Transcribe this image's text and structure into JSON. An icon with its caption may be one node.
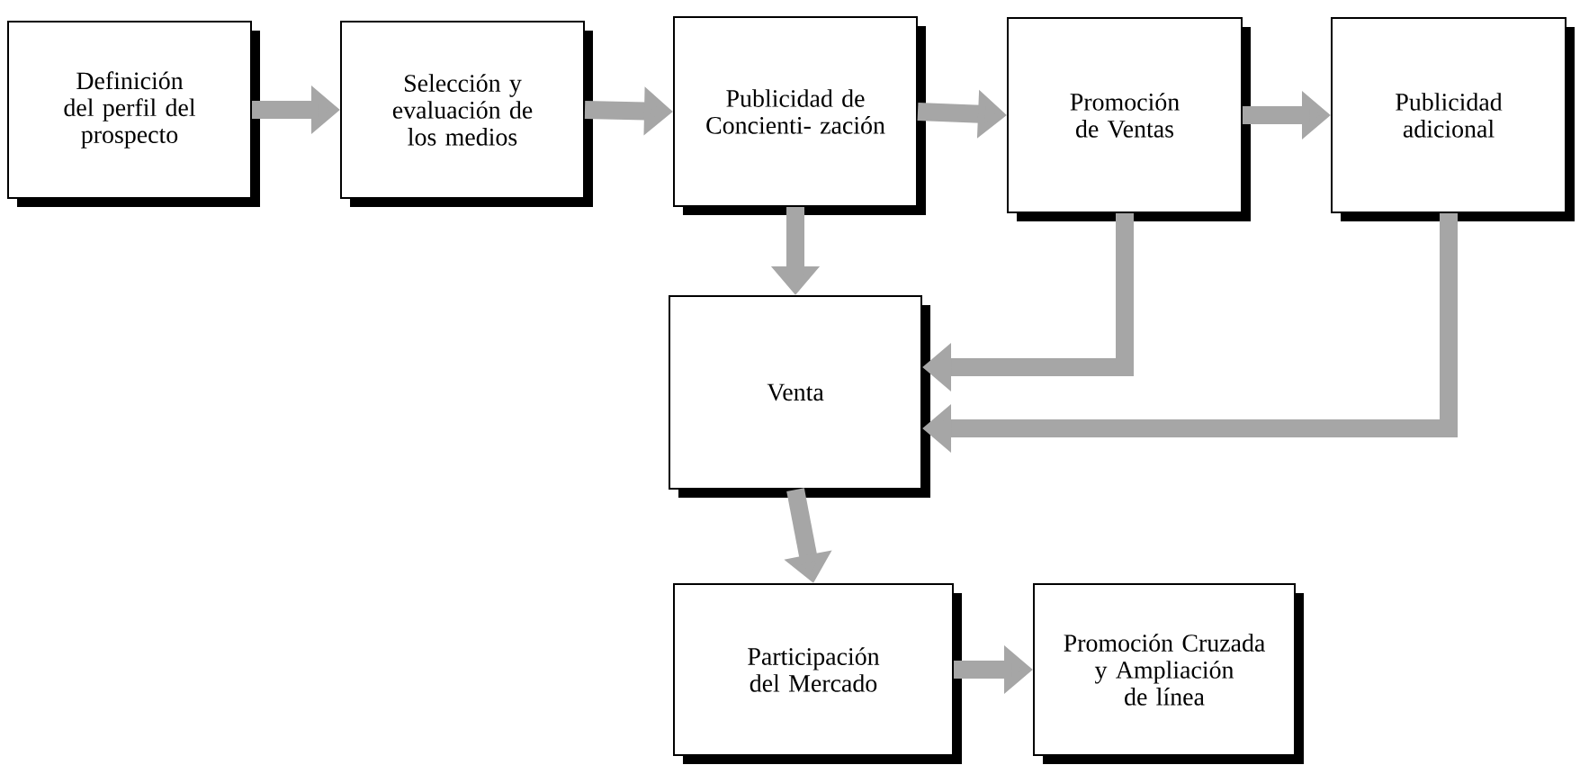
{
  "diagram": {
    "nodes": [
      {
        "text": [
          "Definición del perfil del prospecto"
        ]
      },
      {
        "text": [
          "Selección y evaluación de los medios"
        ]
      },
      {
        "text": [
          "Publicidad de Concienti- zación"
        ]
      },
      {
        "text": [
          "Promoción de Ventas"
        ]
      },
      {
        "text": [
          "Publicidad adicional"
        ]
      },
      {
        "text": [
          "Venta"
        ]
      },
      {
        "text": [
          "Participación del Mercado"
        ]
      },
      {
        "text": [
          "Promoción Cruzada y Ampliación de línea"
        ]
      }
    ],
    "edges": [
      {
        "from": 0,
        "to": 1,
        "arrow": "to"
      },
      {
        "from": 1,
        "to": 2,
        "arrow": "to"
      },
      {
        "from": 2,
        "to": 3,
        "arrow": "to"
      },
      {
        "from": 3,
        "to": 4,
        "arrow": "to"
      },
      {
        "from": 2,
        "to": 5,
        "arrow": "to"
      },
      {
        "from": 3,
        "to": 5,
        "arrow": "to"
      },
      {
        "from": 4,
        "to": 5,
        "arrow": "to"
      },
      {
        "from": 5,
        "to": 6,
        "arrow": "to"
      },
      {
        "from": 6,
        "to": 7,
        "arrow": "to"
      }
    ]
  }
}
